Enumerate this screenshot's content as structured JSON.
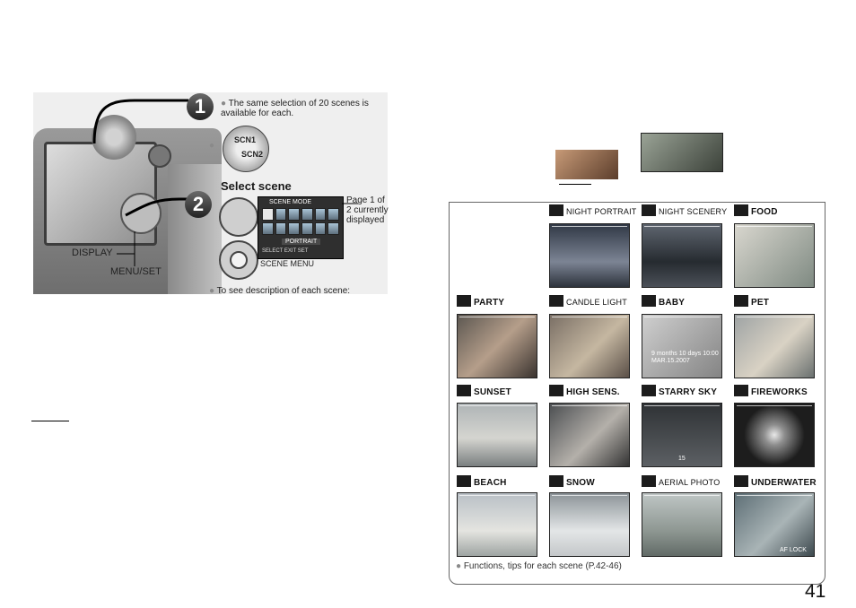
{
  "steps": {
    "step1": {
      "number": "1",
      "note": "The same selection of 20 scenes is available for each."
    },
    "step2": {
      "number": "2",
      "title": "Select scene",
      "page_note": "Page 1 of 2 currently displayed",
      "scene_menu_label": "SCENE MENU",
      "tip": "To see description of each scene:"
    }
  },
  "camera_labels": {
    "display": "DISPLAY",
    "menu_set": "MENU/SET"
  },
  "dial_labels": {
    "scn1": "SCN1",
    "scn2": "SCN2"
  },
  "lcd": {
    "title": "SCENE MODE",
    "selected": "PORTRAIT",
    "footer": "SELECT  EXIT  SET"
  },
  "scenes": [
    {
      "label": "NIGHT PORTRAIT",
      "icon": "night-portrait-icon",
      "photo": "p-night-portrait"
    },
    {
      "label": "NIGHT SCENERY",
      "icon": "night-scenery-icon",
      "photo": "p-night-scenery"
    },
    {
      "label": "FOOD",
      "icon": "food-icon",
      "photo": "p-food"
    },
    {
      "label": "PARTY",
      "icon": "party-icon",
      "photo": "p-party"
    },
    {
      "label": "CANDLE LIGHT",
      "icon": "candle-light-icon",
      "photo": "p-candle"
    },
    {
      "label": "BABY",
      "icon": "baby-icon",
      "photo": "p-baby",
      "overlay": "9 months 10 days 10:00 MAR.15.2007"
    },
    {
      "label": "PET",
      "icon": "pet-icon",
      "photo": "p-pet"
    },
    {
      "label": "SUNSET",
      "icon": "sunset-icon",
      "photo": "p-sunset"
    },
    {
      "label": "HIGH SENS.",
      "icon": "high-sens-icon",
      "photo": "p-high"
    },
    {
      "label": "STARRY SKY",
      "icon": "starry-sky-icon",
      "photo": "p-starry",
      "overlay": "15"
    },
    {
      "label": "FIREWORKS",
      "icon": "fireworks-icon",
      "photo": "p-fireworks"
    },
    {
      "label": "BEACH",
      "icon": "beach-icon",
      "photo": "p-beach"
    },
    {
      "label": "SNOW",
      "icon": "snow-icon",
      "photo": "p-snow"
    },
    {
      "label": "AERIAL PHOTO",
      "icon": "aerial-photo-icon",
      "photo": "p-aerial"
    },
    {
      "label": "UNDERWATER",
      "icon": "underwater-icon",
      "photo": "p-under",
      "overlay": "AF LOCK"
    }
  ],
  "footnote": "Functions, tips for each scene (P.42-46)",
  "page_number": "41"
}
